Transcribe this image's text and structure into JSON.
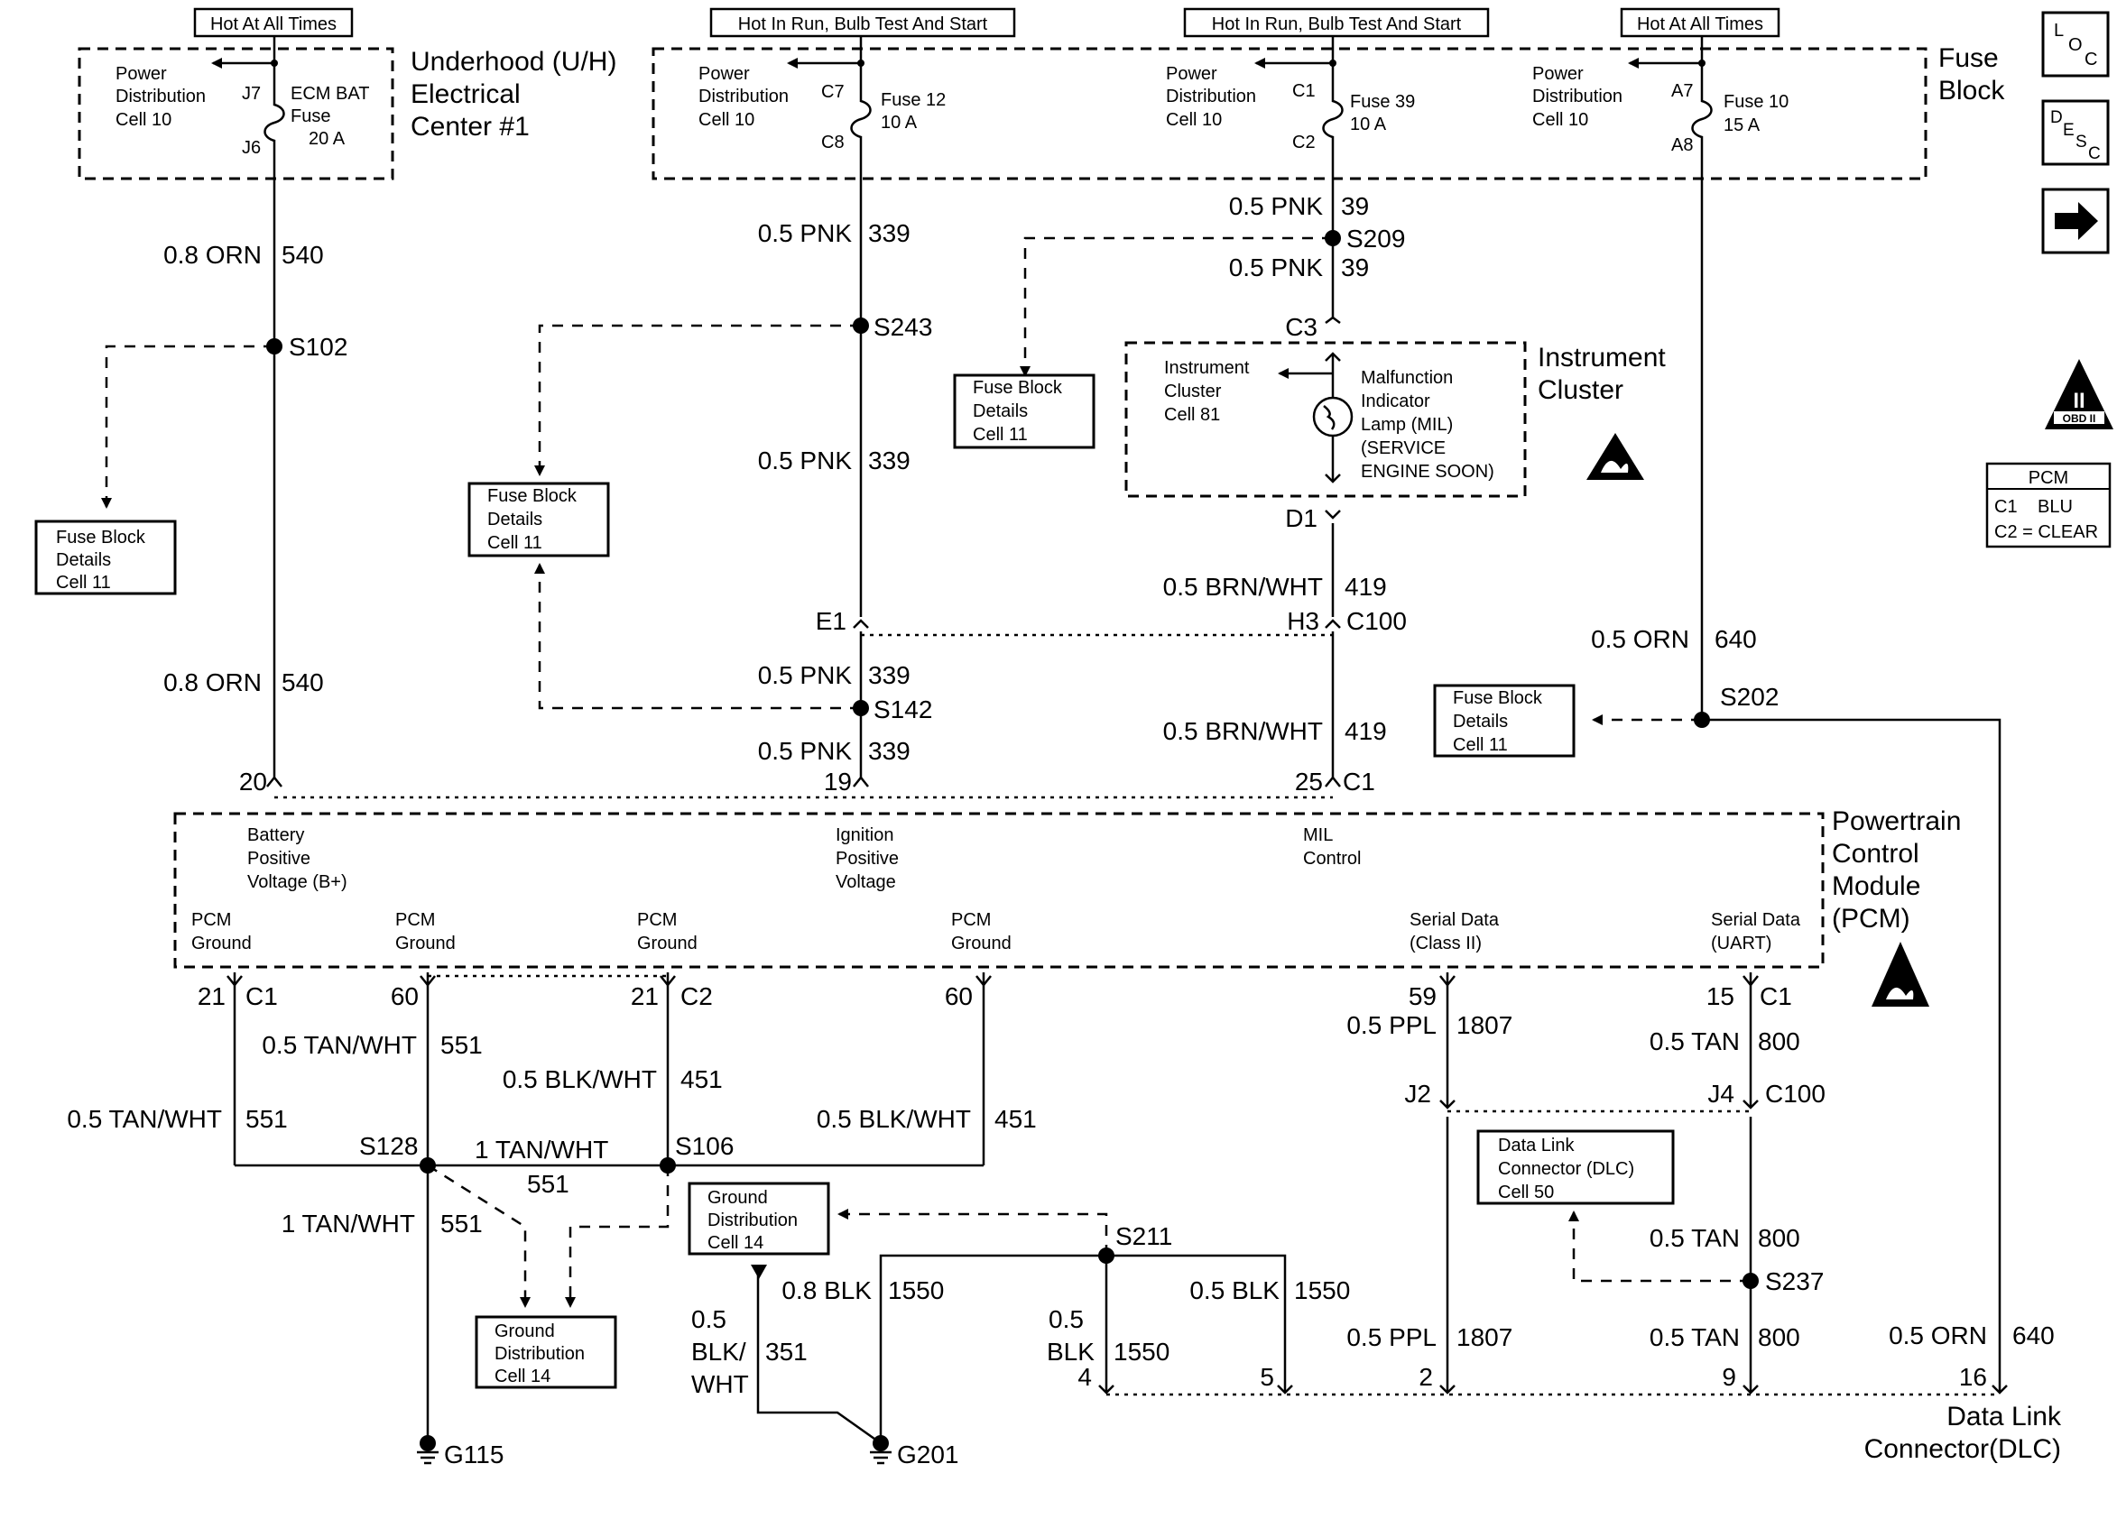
{
  "supply_labels": {
    "hot_always_1": "Hot At All Times",
    "hot_run_1": "Hot In Run, Bulb Test And Start",
    "hot_run_2": "Hot In Run, Bulb Test And Start",
    "hot_always_2": "Hot At All Times"
  },
  "nav": {
    "loc": {
      "l1": "L",
      "l2": "O",
      "l3": "C"
    },
    "desc": {
      "l1": "D",
      "l2": "E",
      "l3": "S",
      "l4": "C"
    }
  },
  "underhood": {
    "title1": "Underhood (U/H)",
    "title2": "Electrical",
    "title3": "Center #1",
    "pd1": "Power",
    "pd2": "Distribution",
    "pd3": "Cell 10",
    "fuse1": "ECM BAT",
    "fuse2": "Fuse",
    "fuse3": "20 A",
    "pin_top": "J7",
    "pin_bot": "J6"
  },
  "fuse_block": {
    "title1": "Fuse",
    "title2": "Block",
    "pd1": "Power",
    "pd2": "Distribution",
    "pd3": "Cell 10",
    "f12_1": "Fuse 12",
    "f12_2": "10 A",
    "f12_top": "C7",
    "f12_bot": "C8",
    "f39_1": "Fuse 39",
    "f39_2": "10 A",
    "f39_top": "C1",
    "f39_bot": "C2",
    "f10_1": "Fuse 10",
    "f10_2": "15 A",
    "f10_top": "A7",
    "f10_bot": "A8"
  },
  "wires": {
    "orn540_a": "0.8 ORN",
    "n540_a": "540",
    "orn540_b": "0.8 ORN",
    "n540_b": "540",
    "pnk339_a": "0.5 PNK",
    "n339_a": "339",
    "pnk339_b": "0.5 PNK",
    "n339_b": "339",
    "pnk339_c": "0.5 PNK",
    "n339_c": "339",
    "pnk339_d": "0.5 PNK",
    "n339_d": "339",
    "pnk39_a": "0.5 PNK",
    "n39_a": "39",
    "pnk39_b": "0.5 PNK",
    "n39_b": "39",
    "brn419_a": "0.5 BRN/WHT",
    "n419_a": "419",
    "brn419_b": "0.5 BRN/WHT",
    "n419_b": "419",
    "orn640_a": "0.5 ORN",
    "n640_a": "640",
    "orn640_b": "0.5 ORN",
    "n640_b": "640",
    "tan551_a": "0.5 TAN/WHT",
    "n551_a": "551",
    "tan551_b": "0.5 TAN/WHT",
    "n551_b": "551",
    "tan551_c": "1 TAN/WHT",
    "n551_c": "551",
    "tan551_d": "1 TAN/WHT",
    "n551_d": "551",
    "blk451_a": "0.5 BLK/WHT",
    "n451_a": "451",
    "blk451_b": "0.5 BLK/WHT",
    "n451_b": "451",
    "ppl1807_a": "0.5 PPL",
    "n1807_a": "1807",
    "ppl1807_b": "0.5 PPL",
    "n1807_b": "1807",
    "tan800_a": "0.5 TAN",
    "n800_a": "800",
    "tan800_b": "0.5 TAN",
    "n800_b": "800",
    "tan800_c": "0.5 TAN",
    "n800_c": "800",
    "blk1550_a": "0.8 BLK",
    "n1550_a": "1550",
    "blk1550_b": "0.5 BLK",
    "n1550_b": "1550",
    "blk1550_c1": "0.5",
    "blk1550_c2": "BLK",
    "n1550_c": "1550",
    "blk351_1": "0.5",
    "blk351_2": "BLK/",
    "blk351_3": "WHT",
    "n351": "351"
  },
  "splices": {
    "s102": "S102",
    "s243": "S243",
    "s209": "S209",
    "s142": "S142",
    "s202": "S202",
    "s128": "S128",
    "s106": "S106",
    "s211": "S211",
    "s237": "S237"
  },
  "connectors": {
    "c3": "C3",
    "d1": "D1",
    "e1": "E1",
    "h3": "H3",
    "c100_a": "C100",
    "p20": "20",
    "p19": "19",
    "p25": "25",
    "c1_a": "C1",
    "p21a": "21",
    "c1_b": "C1",
    "p60a": "60",
    "p21b": "21",
    "c2": "C2",
    "p60b": "60",
    "p59": "59",
    "p15": "15",
    "c1_c": "C1",
    "j2": "J2",
    "j4": "J4",
    "c100_b": "C100",
    "d4": "4",
    "d5": "5",
    "d2": "2",
    "d9": "9",
    "d16": "16"
  },
  "ref_boxes": {
    "fbd_a": {
      "l1": "Fuse Block",
      "l2": "Details",
      "l3": "Cell 11"
    },
    "fbd_b": {
      "l1": "Fuse Block",
      "l2": "Details",
      "l3": "Cell 11"
    },
    "fbd_c": {
      "l1": "Fuse Block",
      "l2": "Details",
      "l3": "Cell 11"
    },
    "fbd_d": {
      "l1": "Fuse Block",
      "l2": "Details",
      "l3": "Cell 11"
    },
    "gd_a": {
      "l1": "Ground",
      "l2": "Distribution",
      "l3": "Cell 14"
    },
    "gd_b": {
      "l1": "Ground",
      "l2": "Distribution",
      "l3": "Cell 14"
    },
    "dlc": {
      "l1": "Data Link",
      "l2": "Connector (DLC)",
      "l3": "Cell 50"
    }
  },
  "instrument_cluster": {
    "title1": "Instrument",
    "title2": "Cluster",
    "cell1": "Instrument",
    "cell2": "Cluster",
    "cell3": "Cell 81",
    "mil1": "Malfunction",
    "mil2": "Indicator",
    "mil3": "Lamp (MIL)",
    "mil4": "(SERVICE",
    "mil5": "ENGINE SOON)"
  },
  "pcm": {
    "title1": "Powertrain",
    "title2": "Control",
    "title3": "Module",
    "title4": "(PCM)",
    "bat1": "Battery",
    "bat2": "Positive",
    "bat3": "Voltage (B+)",
    "ign1": "Ignition",
    "ign2": "Positive",
    "ign3": "Voltage",
    "mil1": "MIL",
    "mil2": "Control",
    "gnd1a": "PCM",
    "gnd1b": "Ground",
    "gnd2a": "PCM",
    "gnd2b": "Ground",
    "gnd3a": "PCM",
    "gnd3b": "Ground",
    "gnd4a": "PCM",
    "gnd4b": "Ground",
    "sd1a": "Serial Data",
    "sd1b": "(Class II)",
    "sd2a": "Serial Data",
    "sd2b": "(UART)"
  },
  "legend": {
    "head": "PCM",
    "row1a": "C1",
    "row1b": "BLU",
    "row2": "C2 = CLEAR",
    "obd": "II",
    "obd_sub": "OBD II"
  },
  "grounds": {
    "g115": "G115",
    "g201": "G201"
  },
  "dlc_label": {
    "l1": "Data Link",
    "l2": "Connector(DLC)"
  }
}
